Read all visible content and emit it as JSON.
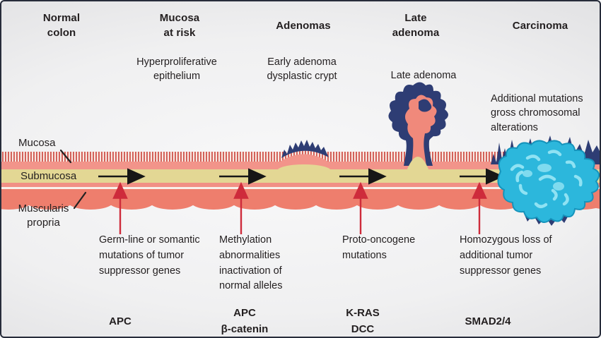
{
  "figure": {
    "description": "Adenoma-carcinoma sequence of colorectal cancer progression"
  },
  "stages": [
    {
      "title": "Normal colon",
      "subtitle": ""
    },
    {
      "title": "Mucosa at risk",
      "subtitle": "Hyperproliferative epithelium"
    },
    {
      "title": "Adenomas",
      "subtitle": "Early adenoma dysplastic crypt"
    },
    {
      "title": "Late adenoma",
      "subtitle": "Late adenoma"
    },
    {
      "title": "Carcinoma",
      "subtitle": "Additional mutations gross chromosomal alterations"
    }
  ],
  "tissue_labels": {
    "mucosa": "Mucosa",
    "submucosa": "Submucosa",
    "muscularis": "Muscularis propria"
  },
  "events": [
    {
      "text": "Germ-line or somantic mutations of tumor suppressor genes",
      "genes": "APC"
    },
    {
      "text": "Methylation abnormalities inactivation of normal alleles",
      "genes": "APC\nβ-catenin"
    },
    {
      "text": "Proto-oncogene mutations",
      "genes": "K-RAS\nDCC"
    },
    {
      "text": "Homozygous loss of additional tumor suppressor genes",
      "genes": "SMAD2/4"
    }
  ],
  "colors": {
    "navy": "#2e3d74",
    "salmon": "#f2948a",
    "salmon_deep": "#ee7e6d",
    "submucosa_tan": "#e3d794",
    "fringe_red": "#cd4a43",
    "carcinoma_cyan": "#2cb7dc",
    "carcinoma_cyan_light": "#8fe2f3",
    "arrow_red": "#ce2b3b",
    "arrow_black": "#161616",
    "text": "#231f20"
  }
}
